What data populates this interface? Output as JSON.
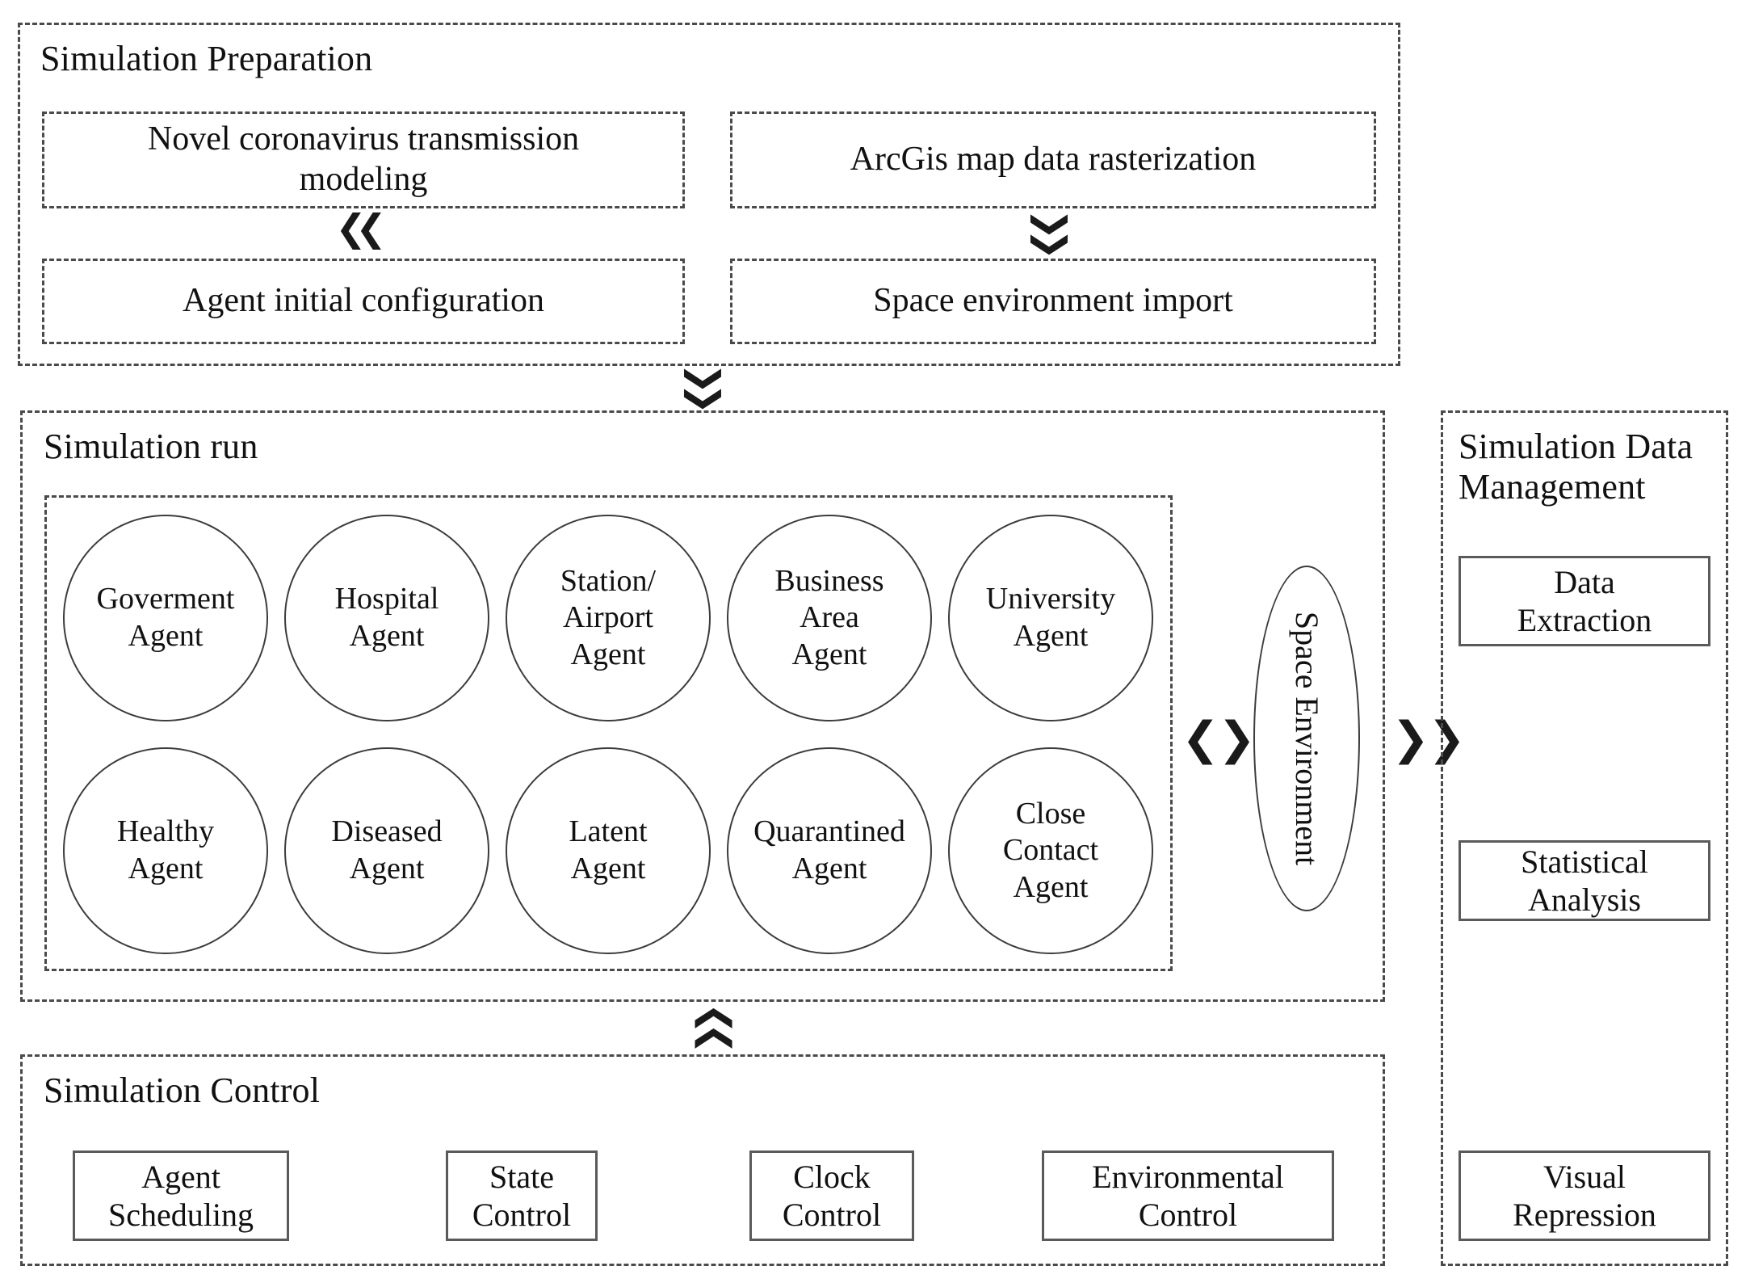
{
  "diagram": {
    "title_not_shown": "",
    "sections": {
      "preparation": {
        "title": "Simulation Preparation",
        "boxes": [
          {
            "label": "Novel coronavirus transmission\nmodeling"
          },
          {
            "label": "ArcGis map data rasterization"
          },
          {
            "label": "Agent initial configuration"
          },
          {
            "label": "Space environment import"
          }
        ]
      },
      "run": {
        "title": "Simulation run",
        "agents": [
          {
            "label": "Goverment\nAgent"
          },
          {
            "label": "Hospital\nAgent"
          },
          {
            "label": "Station/\nAirport\nAgent"
          },
          {
            "label": "Business\nArea\nAgent"
          },
          {
            "label": "University\nAgent"
          },
          {
            "label": "Healthy\nAgent"
          },
          {
            "label": "Diseased\nAgent"
          },
          {
            "label": "Latent\nAgent"
          },
          {
            "label": "Quarantined\nAgent"
          },
          {
            "label": "Close\nContact\nAgent"
          }
        ],
        "environment": {
          "label": "Space Environment"
        }
      },
      "control": {
        "title": "Simulation Control",
        "boxes": [
          {
            "label": "Agent\nScheduling"
          },
          {
            "label": "State\nControl"
          },
          {
            "label": "Clock\nControl"
          },
          {
            "label": "Environmental\nControl"
          }
        ]
      },
      "data_management": {
        "title": "Simulation Data\nManagement",
        "boxes": [
          {
            "label": "Data\nExtraction"
          },
          {
            "label": "Statistical\nAnalysis"
          },
          {
            "label": "Visual\nRepression"
          }
        ]
      }
    },
    "arrows": {
      "modeling_to_config": "❯❯",
      "raster_to_import": "❯❯",
      "prep_to_run": "❯❯",
      "control_to_run": "❯❯",
      "agents_to_env_left": "❮",
      "agents_to_env_right": "❯",
      "env_to_data": "❯❯"
    }
  }
}
